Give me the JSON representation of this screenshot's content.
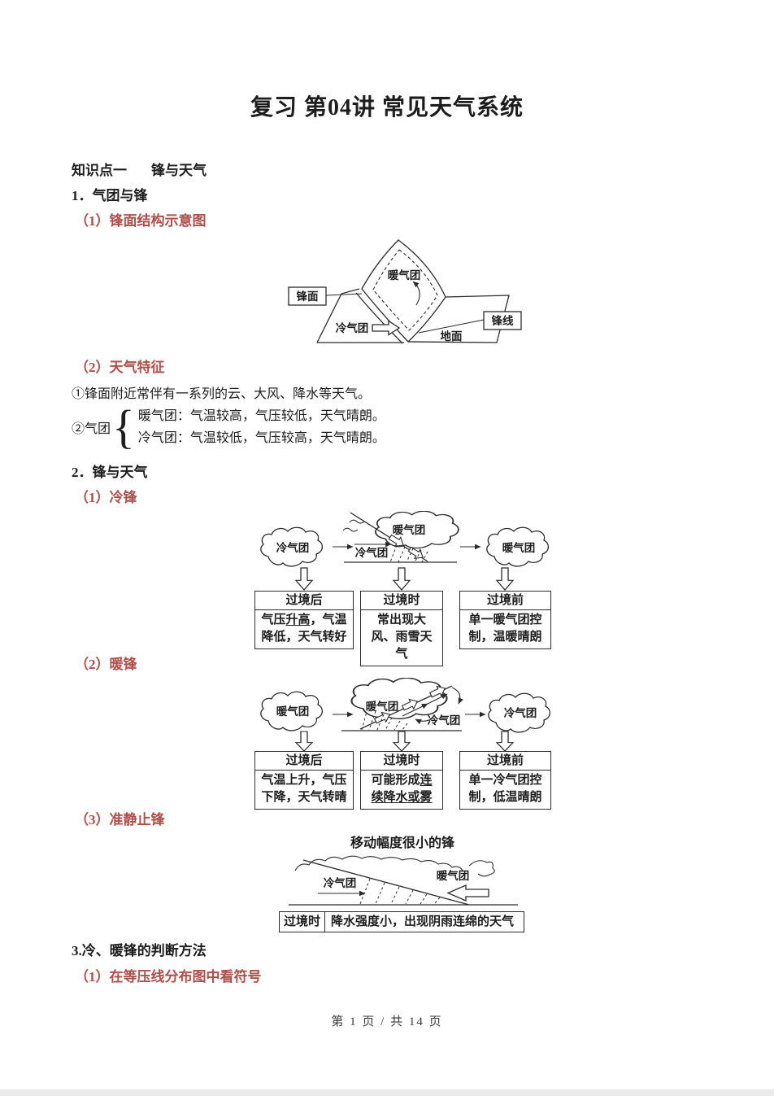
{
  "page": {
    "title": "复习 第04讲 常见天气系统",
    "footer": "第 1 页 / 共 14 页"
  },
  "colors": {
    "accent_red": "#ae4f4b",
    "text": "#1d1d1d"
  },
  "headings": {
    "kp_label": "知识点一",
    "kp_title": "锋与天气",
    "h1": "1．气团与锋",
    "h1_1": "（1）锋面结构示意图",
    "h1_2": "（2）天气特征",
    "h2": "2．锋与天气",
    "h2_1": "（1）冷锋",
    "h2_2": "（2）暖锋",
    "h2_3": "（3）准静止锋",
    "h3": "3.冷、暖锋的判断方法",
    "h3_1": "（1）在等压线分布图中看符号"
  },
  "weather_features": {
    "item1": "①锋面附近常伴有一系列的云、大风、降水等天气。",
    "item2_prefix": "②气团",
    "warm_mass": "暖气团：气温较高，气压较低，天气晴朗。",
    "cold_mass": "冷气团：气温较低，气压较高，天气晴朗。"
  },
  "front_structure_diagram": {
    "front_surface_label": "锋面",
    "warm_air_label": "暖气团",
    "cold_air_label": "冷气团",
    "front_line_label": "锋线",
    "ground_label": "地面"
  },
  "cold_front_diagram": {
    "left_cloud": "冷气团",
    "center_warm": "暖气团",
    "center_cold": "冷气团",
    "right_cloud": "暖气团",
    "after": {
      "header": "过境后",
      "t1": "气压",
      "u1": "升高",
      "t2": "，气温降低，天气转好"
    },
    "during": {
      "header": "过境时",
      "t1": "常出现大风、雨雪天气"
    },
    "before": {
      "header": "过境前",
      "t1": "单一暖气团控制，温暖晴朗"
    }
  },
  "warm_front_diagram": {
    "left_cloud": "暖气团",
    "center_warm": "暖气团",
    "center_cold": "冷气团",
    "right_cloud": "冷气团",
    "after": {
      "header": "过境后",
      "t1": "气温上升，气压下降，天气转晴"
    },
    "during": {
      "header": "过境时",
      "t1": "可能形成",
      "u1": "连续降水或雾"
    },
    "before": {
      "header": "过境前",
      "t1": "单一冷气团控制，低温晴朗"
    }
  },
  "stationary_front_diagram": {
    "title": "移动幅度很小的锋",
    "cold_air_label": "冷气团",
    "warm_air_label": "暖气团",
    "table_header": "过境时",
    "table_value": "降水强度小，出现阴雨连绵的天气"
  }
}
